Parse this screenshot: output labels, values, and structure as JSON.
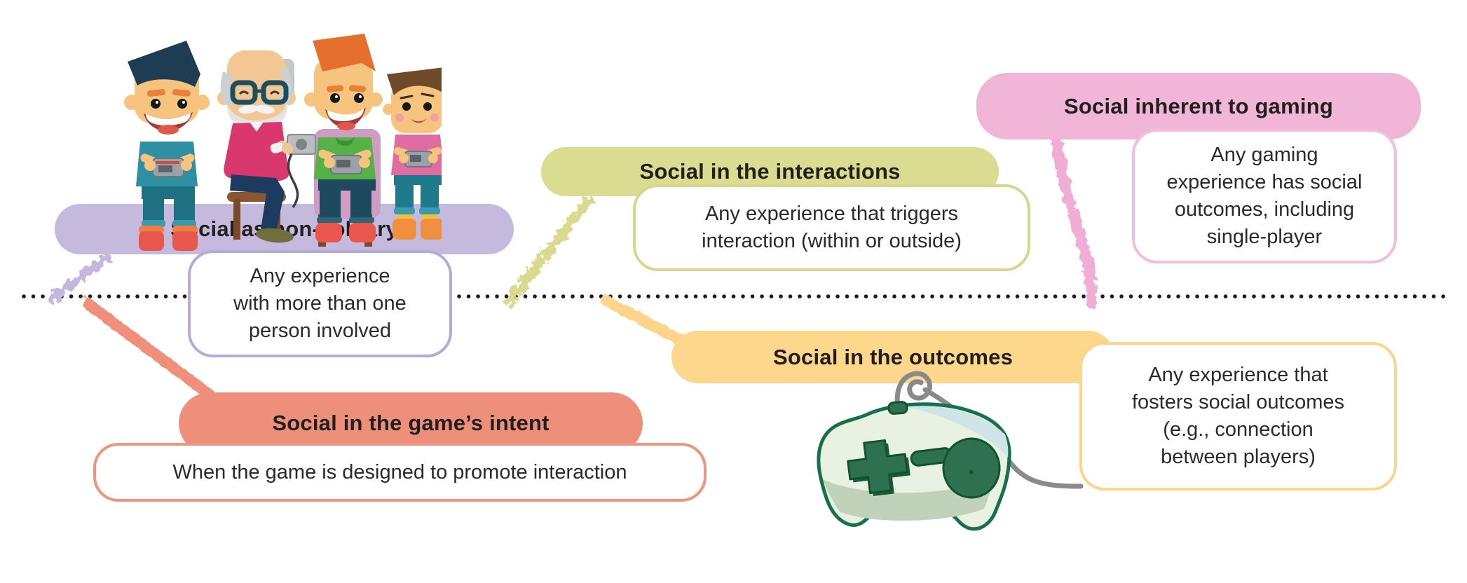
{
  "figure_type": "concept-diagram",
  "cards": [
    {
      "key": "non_solitary",
      "title": "Social as non-solitary",
      "description": "Any experience\nwith more than one\nperson involved",
      "accent_color": "#c5bade",
      "border_color": "#b6aad7"
    },
    {
      "key": "interactions",
      "title": "Social in the interactions",
      "description": "Any experience that triggers\ninteraction (within or outside)",
      "accent_color": "#d9dc91",
      "border_color": "#d5d88c"
    },
    {
      "key": "inherent",
      "title": "Social inherent to gaming",
      "description": "Any gaming\nexperience has social\noutcomes, including\nsingle-player",
      "accent_color": "#f0b5d7",
      "border_color": "#f3bddb"
    },
    {
      "key": "outcomes",
      "title": "Social in the outcomes",
      "description": "Any experience that\nfosters social outcomes\n(e.g., connection\nbetween players)",
      "accent_color": "#fcd78c",
      "border_color": "#fcd48a"
    },
    {
      "key": "intent",
      "title": "Social in the game’s intent",
      "description": "When the game is designed to promote interaction",
      "accent_color": "#ee8f7b",
      "border_color": "#ef947f"
    }
  ],
  "divider": {
    "type": "dotted-line",
    "color": "#1c1c1c"
  },
  "connectors": [
    {
      "from": "non_solitary",
      "color": "#c3b7dc"
    },
    {
      "from": "intent",
      "color": "#ef8f7c"
    },
    {
      "from": "interactions",
      "color": "#d8db8e"
    },
    {
      "from": "outcomes",
      "color": "#fcd48a"
    },
    {
      "from": "inherent",
      "color": "#f0aed6"
    }
  ],
  "illustrations": {
    "players": "four-people-playing-handheld-games",
    "controller": "wired-game-controller"
  },
  "text_color": "#231f20"
}
